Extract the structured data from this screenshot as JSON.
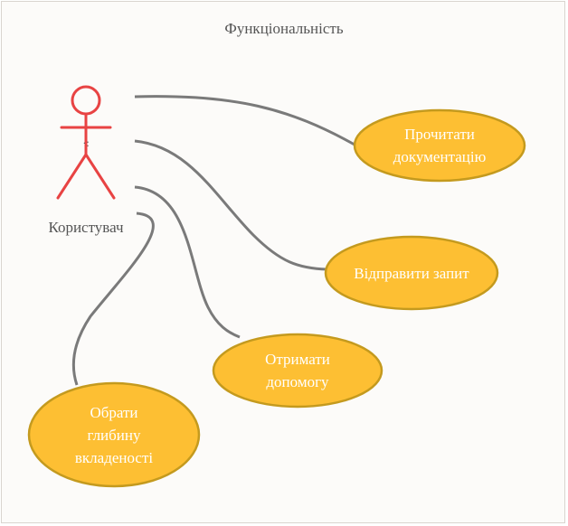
{
  "diagram": {
    "title": "Функціональність",
    "actor": {
      "name": "Користувач"
    },
    "use_cases": [
      {
        "id": "uc1",
        "lines": [
          "Прочитати",
          "документацію"
        ]
      },
      {
        "id": "uc2",
        "lines": [
          "Відправити запит"
        ]
      },
      {
        "id": "uc3",
        "lines": [
          "Отримати",
          "допомогу"
        ]
      },
      {
        "id": "uc4",
        "lines": [
          "Обрати",
          "глибину",
          "вкладеності"
        ]
      }
    ],
    "colors": {
      "use_case_fill": "#fdbf33",
      "use_case_stroke": "#c49a1e",
      "actor_stroke": "#e84343",
      "connector": "#7a7a7a"
    }
  }
}
